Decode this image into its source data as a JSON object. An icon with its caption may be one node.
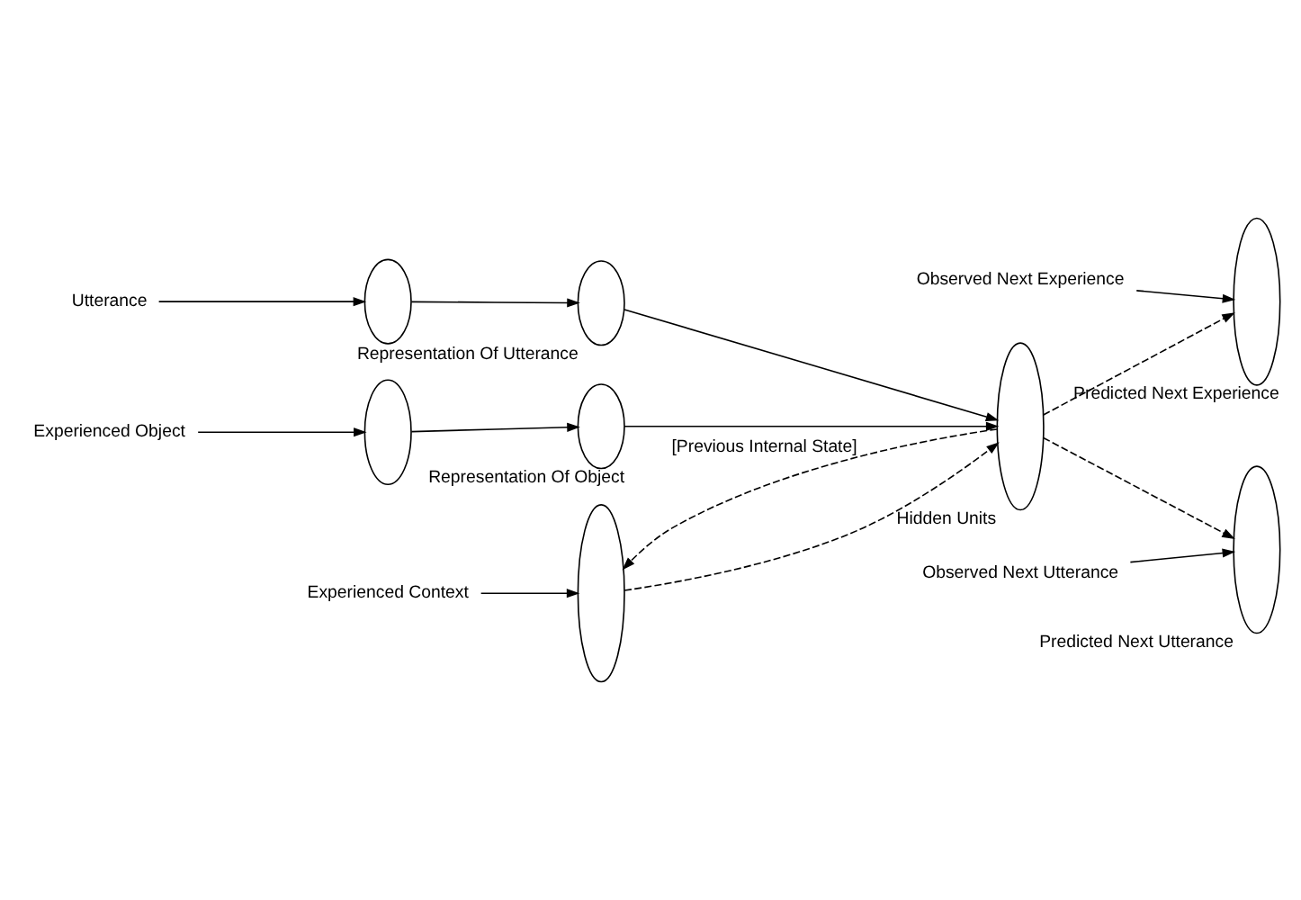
{
  "diagram": {
    "nodes": [
      {
        "text": [
          "Experienced Object"
        ]
      },
      {
        "text": [],
        "shape": "ellipse"
      },
      {
        "text": [],
        "shape": "ellipse",
        "beside": [
          "Representation Of Object"
        ]
      },
      {
        "text": [
          "Experienced Context"
        ]
      },
      {
        "text": [],
        "shape": "ellipse"
      },
      {
        "text": [],
        "shape": "ellipse",
        "beside": [
          "Hidden Units"
        ]
      },
      {
        "text": [],
        "shape": "ellipse",
        "beside": [
          "Predicted Next Experience"
        ]
      },
      {
        "text": [
          "Observed Next Experience"
        ]
      },
      {
        "text": [],
        "shape": "ellipse",
        "beside": [
          "Predicted Next Utterance"
        ]
      },
      {
        "text": [
          "Observed Next Utterance"
        ]
      },
      {
        "text": [
          "Utterance"
        ]
      },
      {
        "text": [],
        "shape": "ellipse"
      },
      {
        "text": [],
        "shape": "ellipse",
        "beside": [
          "Representation Of Utterance"
        ]
      }
    ],
    "edges": [
      {
        "from": 0,
        "to": 1,
        "arrow": "to"
      },
      {
        "from": 1,
        "to": 2,
        "arrow": "to"
      },
      {
        "from": 2,
        "to": 5,
        "arrow": "to"
      },
      {
        "from": 3,
        "to": 4,
        "arrow": "to"
      },
      {
        "from": 4,
        "to": 5,
        "arrow": "to",
        "style": "dashed"
      },
      {
        "from": 5,
        "to": 4,
        "arrow": "to",
        "style": "dashed",
        "label": "[Previous Internal State]"
      },
      {
        "from": 5,
        "to": 6,
        "arrow": "to",
        "style": "dashed"
      },
      {
        "from": 5,
        "to": 8,
        "arrow": "to",
        "style": "dashed"
      },
      {
        "from": 7,
        "to": 6,
        "arrow": "to"
      },
      {
        "from": 9,
        "to": 8,
        "arrow": "to"
      },
      {
        "from": 10,
        "to": 11,
        "arrow": "to"
      },
      {
        "from": 11,
        "to": 12,
        "arrow": "to"
      },
      {
        "from": 12,
        "to": 5,
        "arrow": "to"
      }
    ]
  }
}
